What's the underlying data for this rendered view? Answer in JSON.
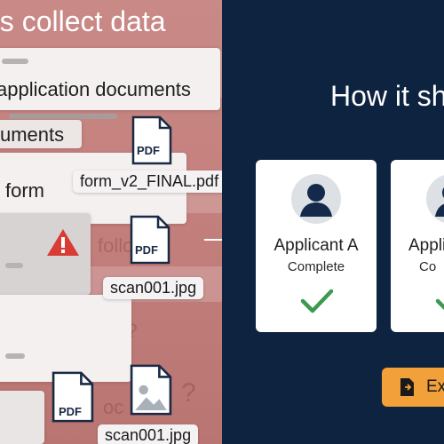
{
  "left": {
    "headline": "ns collect data",
    "rows": [
      {
        "label": "application documents"
      },
      {
        "label": "uments"
      },
      {
        "label": "form"
      }
    ],
    "ghost": [
      "follo",
      "up?",
      "oc",
      "?"
    ],
    "files": [
      {
        "icon": "pdf-file-icon",
        "tag": "PDF",
        "name": "form_v2_FINAL.pdf"
      },
      {
        "icon": "pdf-file-icon",
        "tag": "PDF",
        "name": "scan001.jpg"
      },
      {
        "icon": "pdf-file-icon",
        "tag": "PDF",
        "name": ""
      },
      {
        "icon": "image-file-icon",
        "tag": "",
        "name": "scan001.jpg"
      }
    ],
    "warning_icon": "warning-icon"
  },
  "arrow_icon": "arrow-right-icon",
  "right": {
    "title": "How it sh",
    "applicants": [
      {
        "name": "Applicant A",
        "status": "Complete",
        "status_icon": "check-icon"
      },
      {
        "name": "Appli",
        "status": "Co",
        "status_icon": "check-icon"
      }
    ],
    "export_label": "Ex",
    "colors": {
      "panel": "#0d2340",
      "accent": "#f2a03a",
      "check": "#3c9a4e",
      "warning": "#d93b35"
    }
  }
}
